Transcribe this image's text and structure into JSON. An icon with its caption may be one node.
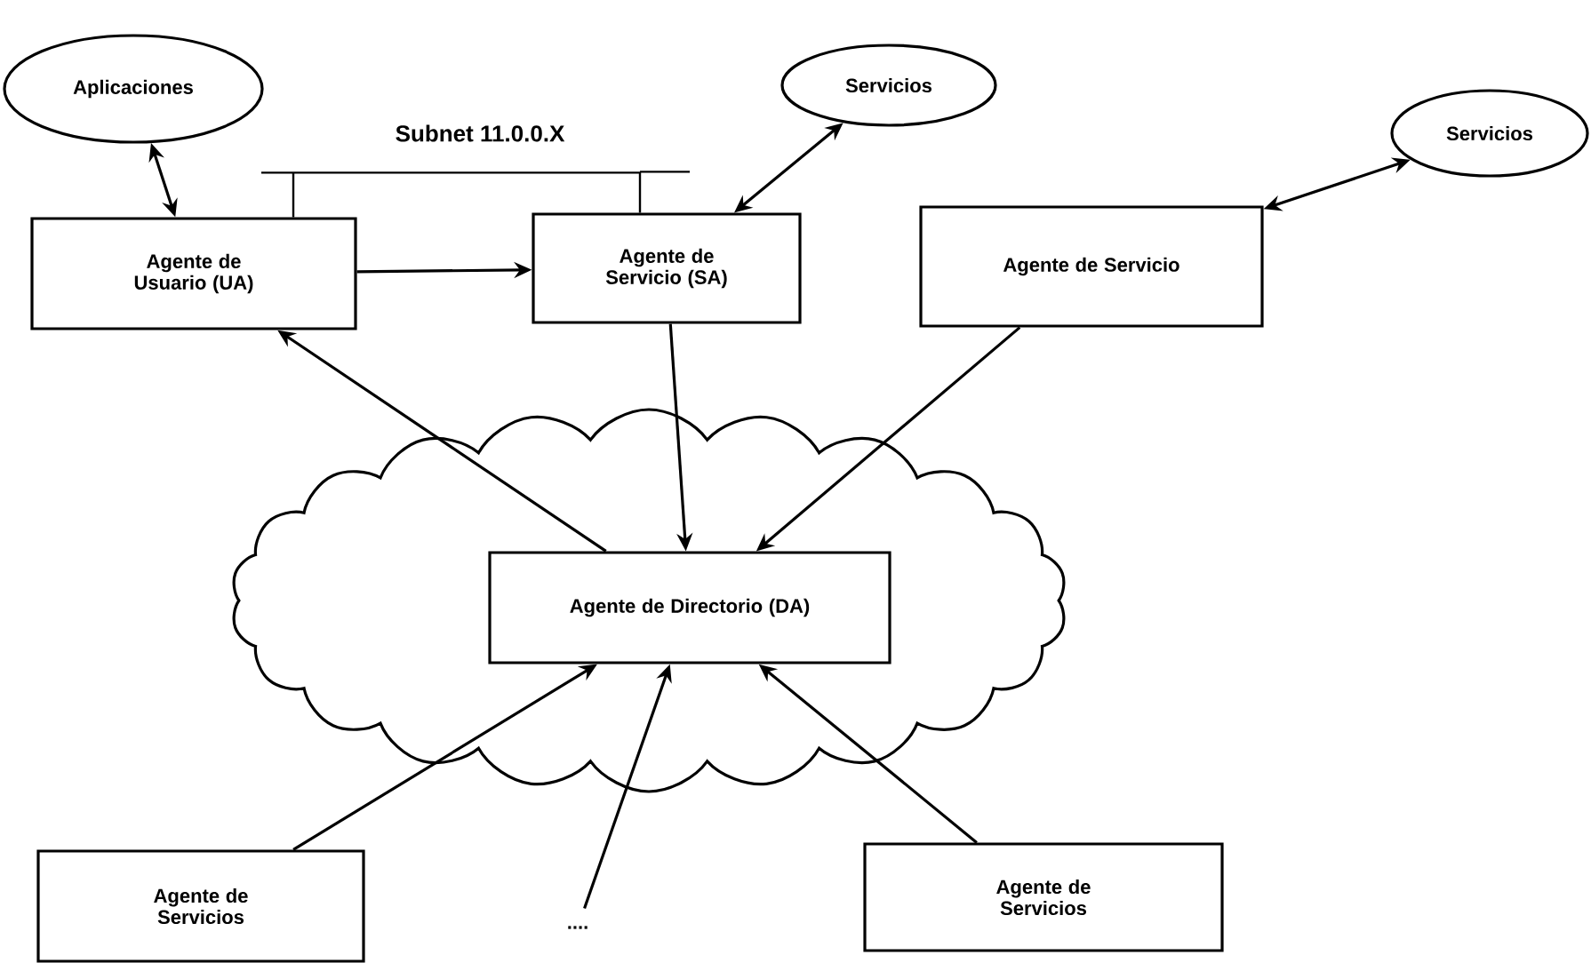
{
  "diagram": {
    "nodes": [
      {
        "text": [
          "Aplicaciones"
        ]
      },
      {
        "text": [
          "Servicios"
        ]
      },
      {
        "text": [
          "Servicios"
        ]
      },
      {
        "text": [
          "Agente de Usuario (UA)"
        ]
      },
      {
        "text": [
          "Agente de Servicio (SA)"
        ]
      },
      {
        "text": [
          "Agente de Servicio"
        ]
      },
      {
        "text": [],
        "shape": "cloud"
      },
      {
        "text": [
          "Agente de Directorio (DA)"
        ],
        "in": 6
      },
      {
        "text": [
          "Agente de Servicios"
        ]
      },
      {
        "text": [
          "...."
        ]
      },
      {
        "text": [
          "Agente de Servicios"
        ]
      }
    ],
    "edges": [
      {
        "from": 3,
        "to": 4,
        "arrow": "none",
        "label": "Subnet 11.0.0.X"
      },
      {
        "from": 0,
        "to": 3,
        "arrow": "both"
      },
      {
        "from": 3,
        "to": 4,
        "arrow": "to"
      },
      {
        "from": 4,
        "to": 1,
        "arrow": "both"
      },
      {
        "from": 5,
        "to": 2,
        "arrow": "both"
      },
      {
        "from": 7,
        "to": 3,
        "arrow": "to"
      },
      {
        "from": 4,
        "to": 7,
        "arrow": "to"
      },
      {
        "from": 5,
        "to": 7,
        "arrow": "to"
      },
      {
        "from": 8,
        "to": 7,
        "arrow": "to"
      },
      {
        "from": 9,
        "to": 7,
        "arrow": "to"
      },
      {
        "from": 10,
        "to": 7,
        "arrow": "to"
      }
    ]
  }
}
